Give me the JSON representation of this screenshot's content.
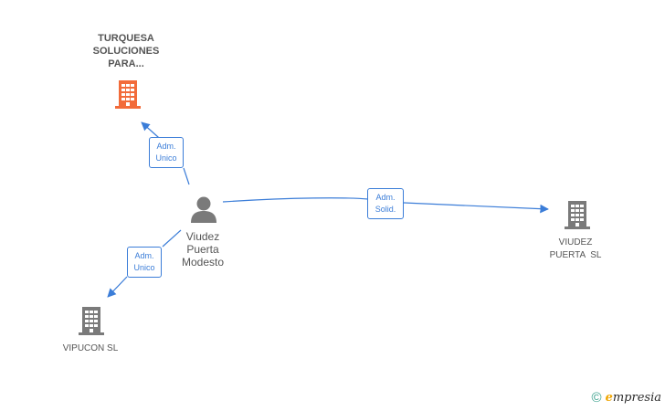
{
  "nodes": {
    "turquesa": {
      "label_lines": [
        "TURQUESA",
        "SOLUCIONES",
        "PARA..."
      ],
      "color": "#f26b3a"
    },
    "viudez_puerta_sl": {
      "label_lines": [
        "VIUDEZ",
        "PUERTA  SL"
      ],
      "color": "#7a7a7a"
    },
    "vipucon": {
      "label_lines": [
        "VIPUCON SL"
      ],
      "color": "#7a7a7a"
    },
    "person": {
      "label_lines": [
        "Viudez",
        "Puerta",
        "Modesto"
      ],
      "color": "#7a7a7a"
    }
  },
  "edges": {
    "to_turquesa": {
      "line1": "Adm.",
      "line2": "Unico"
    },
    "to_viudez_puerta": {
      "line1": "Adm.",
      "line2": "Solid."
    },
    "to_vipucon": {
      "line1": "Adm.",
      "line2": "Unico"
    }
  },
  "footer": {
    "copyright_symbol": "©",
    "brand_first": "e",
    "brand_rest": "mpresia"
  },
  "colors": {
    "edge": "#3b7dd8",
    "highlight_company": "#f26b3a",
    "company": "#7a7a7a"
  }
}
